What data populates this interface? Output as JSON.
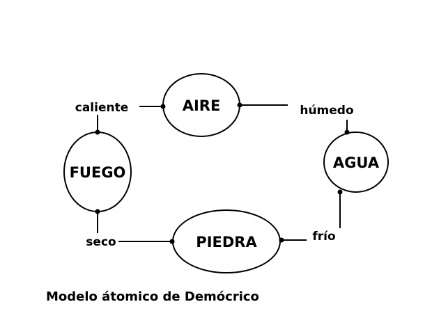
{
  "nodes": {
    "aire": "AIRE",
    "agua": "AGUA",
    "piedra": "PIEDRA",
    "fuego": "FUEGO"
  },
  "qualities": {
    "caliente": "caliente",
    "humedo": "húmedo",
    "frio": "frío",
    "seco": "seco"
  },
  "caption": "Modelo átomico de Demócrico",
  "colors": {
    "stroke": "#000000",
    "background": "#ffffff"
  }
}
